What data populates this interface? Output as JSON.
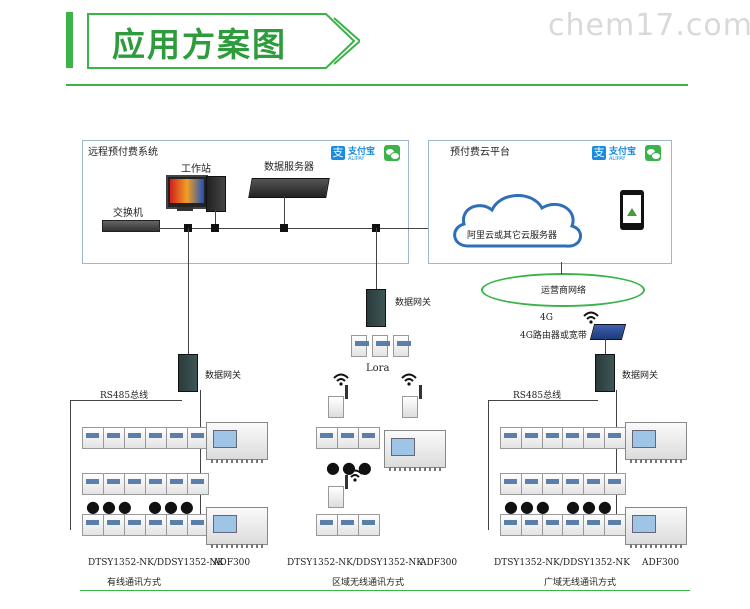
{
  "header": {
    "title": "应用方案图",
    "watermark": "chem17.com",
    "accent_color": "#3cb34a"
  },
  "left_panel": {
    "title": "远程预付费系统",
    "pay_label": "支付宝",
    "pay_sub": "ALIPAY",
    "workstation": "工作站",
    "server": "数据服务器",
    "switch": "交换机"
  },
  "right_panel": {
    "title": "预付费云平台",
    "pay_label": "支付宝",
    "pay_sub": "ALIPAY",
    "cloud": "阿里云或其它云服务器",
    "operator_network": "运营商网络"
  },
  "middle": {
    "gateway": "数据网关",
    "lora": "Lora"
  },
  "left_section": {
    "gateway": "数据网关",
    "bus": "RS485总线",
    "meters_label": "DTSY1352-NK/DDSY1352-NK",
    "adf": "ADF300",
    "caption": "有线通讯方式"
  },
  "middle_section": {
    "meters_label": "DTSY1352-NK/DDSY1352-NK",
    "adf": "ADF300",
    "caption": "区域无线通讯方式"
  },
  "right_section": {
    "network_4g": "4G",
    "router": "4G路由器或宽带",
    "gateway": "数据网关",
    "bus": "RS485总线",
    "meters_label": "DTSY1352-NK/DDSY1352-NK",
    "adf": "ADF300",
    "caption": "广域无线通讯方式"
  },
  "ellipsis": "●●●"
}
